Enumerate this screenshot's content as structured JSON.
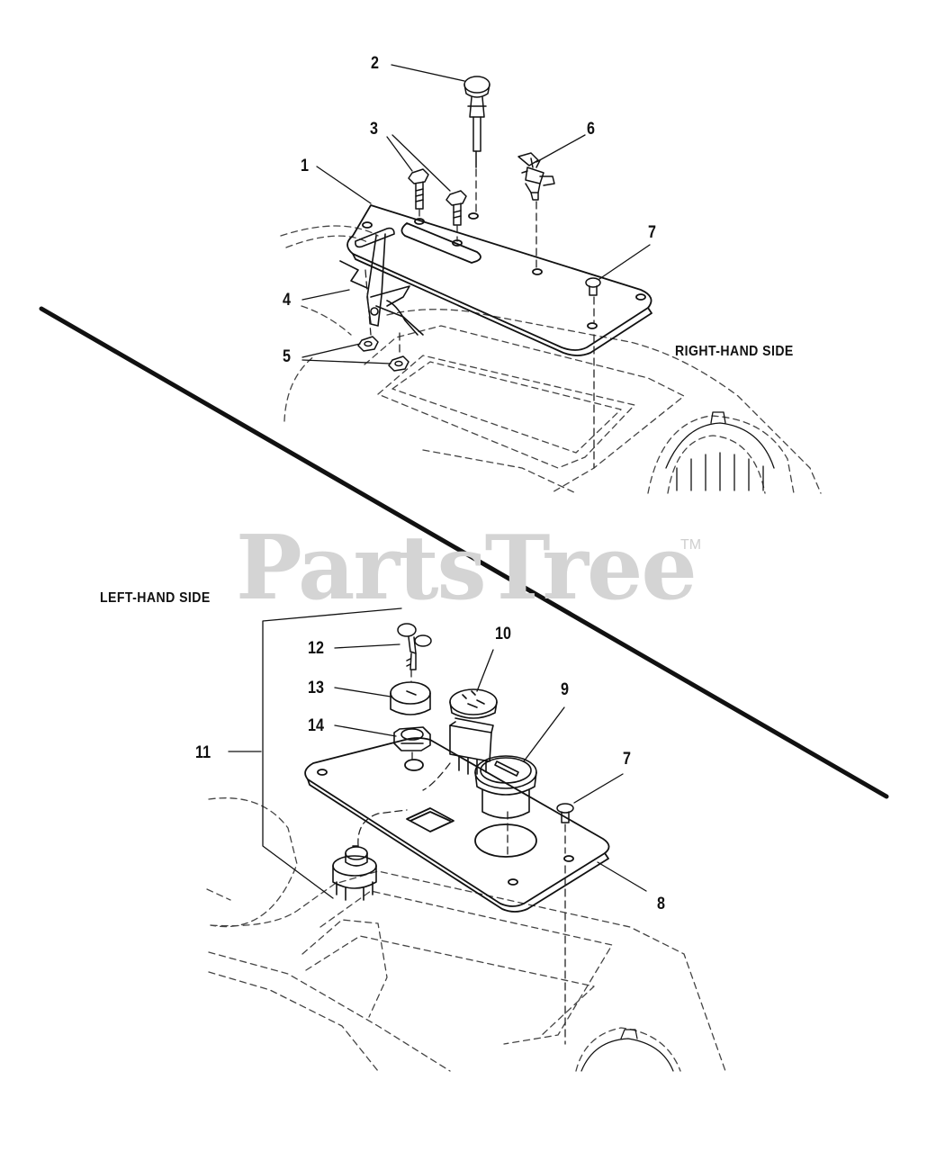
{
  "watermark": {
    "text": "PartsTree",
    "tm": "TM"
  },
  "labels": {
    "right_side": "RIGHT-HAND SIDE",
    "left_side": "LEFT-HAND SIDE"
  },
  "callouts": {
    "c1": "1",
    "c2": "2",
    "c3": "3",
    "c4": "4",
    "c5": "5",
    "c6": "6",
    "c7_top": "7",
    "c7_bottom": "7",
    "c8": "8",
    "c9": "9",
    "c10": "10",
    "c11": "11",
    "c12": "12",
    "c13": "13",
    "c14": "14"
  },
  "colors": {
    "line": "#111111",
    "dash": "#333333",
    "watermark": "#d4d4d4"
  }
}
